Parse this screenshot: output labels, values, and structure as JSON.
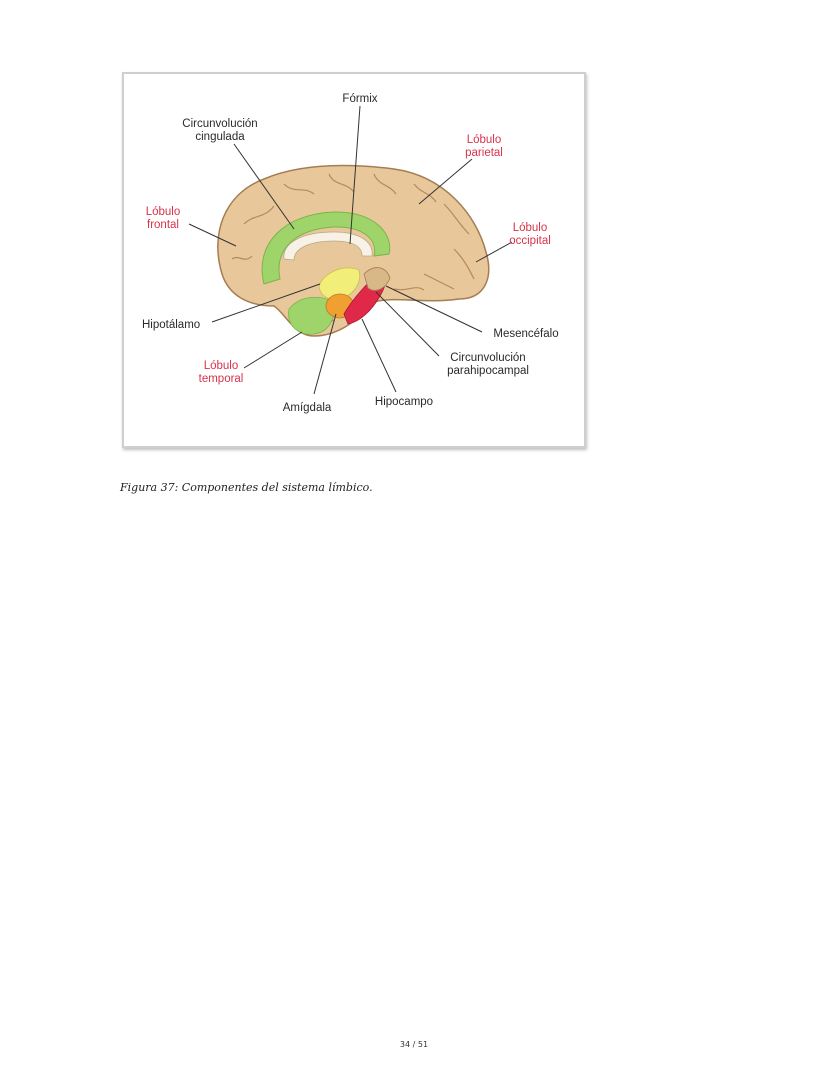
{
  "figure": {
    "labels": {
      "fornix": "Fórmix",
      "cingulate_1": "Circunvolución",
      "cingulate_2": "cingulada",
      "parietal_1": "Lóbulo",
      "parietal_2": "parietal",
      "frontal_1": "Lóbulo",
      "frontal_2": "frontal",
      "occipital_1": "Lóbulo",
      "occipital_2": "occipital",
      "hypothalamus": "Hipotálamo",
      "midbrain": "Mesencéfalo",
      "parahippocampal_1": "Circunvolución",
      "parahippocampal_2": "parahipocampal",
      "temporal_1": "Lóbulo",
      "temporal_2": "temporal",
      "amygdala": "Amígdala",
      "hippocampus": "Hipocampo"
    },
    "colors": {
      "brain": "#e8c79a",
      "cingulate": "#9ed46a",
      "thalamus": "#f2ee7a",
      "amygdala": "#f0a030",
      "hippocampus": "#e02848",
      "label_red": "#d8334a"
    }
  },
  "caption": "Figura 37: Componentes del sistema límbico.",
  "page_number": "34 / 51"
}
